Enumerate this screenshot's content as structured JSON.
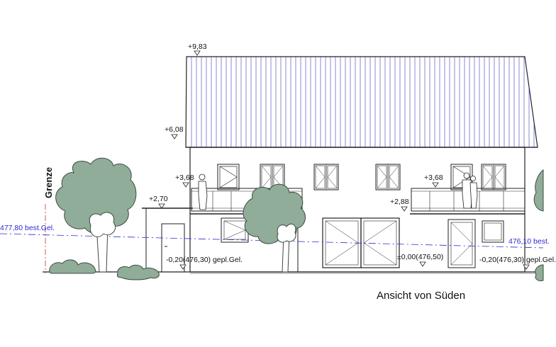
{
  "caption": "Ansicht von Süden",
  "boundary_label": "Grenze",
  "levels": {
    "ridge": "+9,83",
    "eaves": "+6,08",
    "balcony_left": "+3,68",
    "balcony_right": "+3,68",
    "garage": "+2,70",
    "terrace": "+2,88",
    "ground_left": "-0,20(476,30) gepl.Gel.",
    "ground_center": "±0,00(476,50)",
    "ground_right": "-0,20(476,30) gepl.Gel."
  },
  "existing_terrain": {
    "left": "477,80 best.Gel.",
    "right": "476,10 best."
  },
  "colors": {
    "line": "#222222",
    "roof_hatch": "#3b3bb8",
    "terrain_blue": "#2b2bd6",
    "tree_fill": "#8fad98",
    "tree_stroke": "#3e4a42",
    "boundary": "#c03030"
  }
}
